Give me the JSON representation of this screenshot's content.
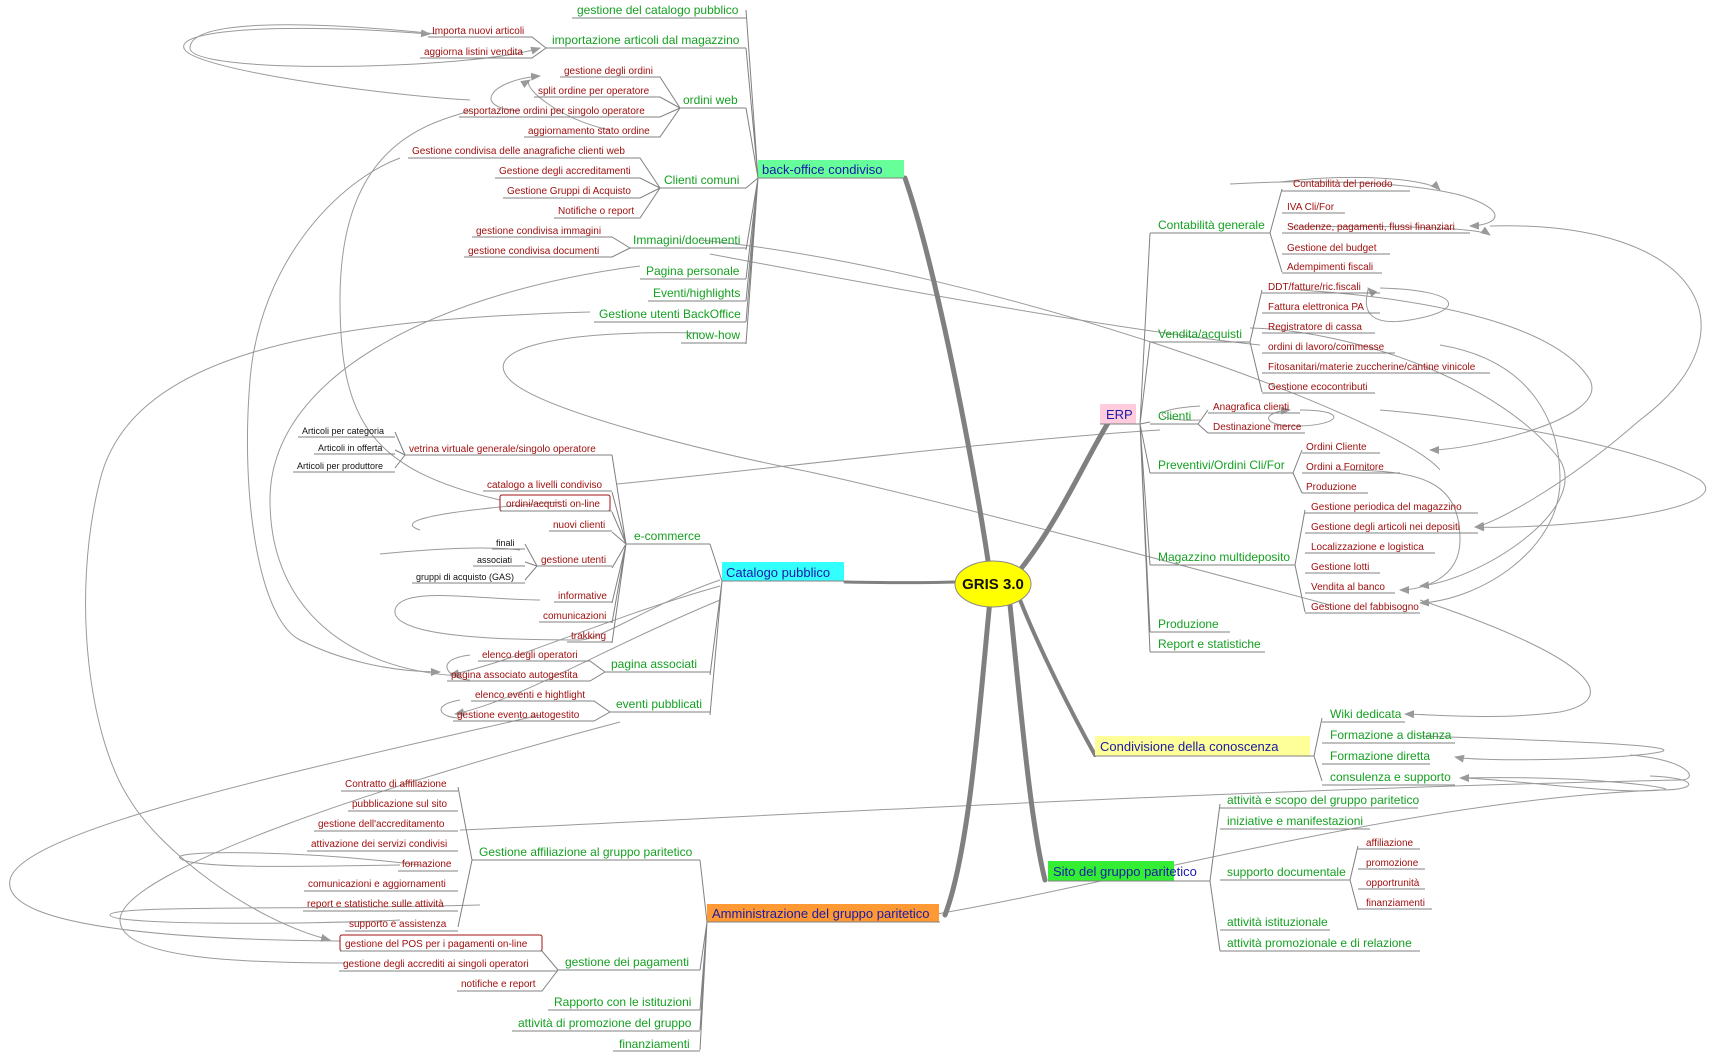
{
  "root": {
    "label": "GRIS 3.0",
    "color": "#ffff00"
  },
  "colors": {
    "main_branch_text": "#1a1aa8",
    "sub_branch_text": "#15a022",
    "leaf_text": "#a01010",
    "deep_leaf_text": "#111111",
    "lines": "#808080",
    "connections": "#9a9a9a"
  },
  "branches": {
    "backoffice": {
      "label": "back-office condiviso",
      "bg": "#66ff99"
    },
    "catalogo": {
      "label": "Catalogo pubblico",
      "bg": "#33ffff"
    },
    "amministrazione": {
      "label": "Amministrazione del gruppo paritetico",
      "bg": "#ff9933"
    },
    "erp": {
      "label": "ERP",
      "bg": "#ffccdd"
    },
    "conoscenza": {
      "label": "Condivisione della conoscenza",
      "bg": "#ffff99"
    },
    "sito": {
      "label": "Sito del gruppo paritetico",
      "bg": "#33ee33"
    }
  },
  "labels": {
    "bo_catalogo": "gestione del catalogo pubblico",
    "bo_importazione": "importazione articoli dal magazzino",
    "bo_importa_nuovi": "Importa nuovi articoli",
    "bo_listini": "aggiorna listini vendita",
    "bo_ordini_web": "ordini web",
    "bo_gestione_ordini": "gestione degli ordini",
    "bo_split": "split ordine per operatore",
    "bo_esportazione": "esportazione ordini per singolo operatore",
    "bo_aggiornamento": "aggiornamento stato ordine",
    "bo_clienti_comuni": "Clienti comuni",
    "bo_anagrafiche": "Gestione condivisa delle anagrafiche clienti web",
    "bo_accreditamenti": "Gestione degli accreditamenti",
    "bo_gruppi": "Gestione Gruppi di Acquisto",
    "bo_notifiche": "Notifiche o report",
    "bo_immagini_doc": "Immagini/documenti",
    "bo_imm": "gestione condivisa immagini",
    "bo_doc": "gestione condivisa documenti",
    "bo_pagina": "Pagina personale",
    "bo_eventi": "Eventi/highlights",
    "bo_utenti": "Gestione utenti BackOffice",
    "bo_knowhow": "know-how",
    "cat_vetrina": "vetrina virtuale generale/singolo operatore",
    "cat_art_categoria": "Articoli per categoria",
    "cat_art_offerta": "Articoli in offerta",
    "cat_art_produttore": "Articoli per produttore",
    "cat_livelli": "catalogo a livelli condiviso",
    "cat_ordini": "ordini/acquisti on-line",
    "cat_nuovi": "nuovi clienti",
    "cat_ecommerce": "e-commerce",
    "cat_gest_utenti": "gestione utenti",
    "cat_finali": "finali",
    "cat_associati": "associati",
    "cat_gas": "gruppi di acquisto (GAS)",
    "cat_informative": "informative",
    "cat_comunicazioni": "comunicazioni",
    "cat_trakking": "trakking",
    "cat_elenco_op": "elenco degli operatori",
    "cat_pagina_assoc": "pagina associato autogestita",
    "cat_pagina_associati": "pagina associati",
    "cat_elenco_eventi": "elenco eventi e hightlight",
    "cat_evento": "gestione evento autogestito",
    "cat_eventi_pub": "eventi pubblicati",
    "adm_contratto": "Contratto di affiliazione",
    "adm_pubblicazione": "pubblicazione sul sito",
    "adm_accreditamento": "gestione dell'accreditamento",
    "adm_attivazione": "attivazione dei servizi condivisi",
    "adm_formazione": "formazione",
    "adm_affiliazione": "Gestione affiliazione al gruppo paritetico",
    "adm_comunicazioni": "comunicazioni e aggiornamenti",
    "adm_report": "report e statistiche sulle attività",
    "adm_supporto": "supporto e assistenza",
    "adm_pos": "gestione del POS per i pagamenti on-line",
    "adm_accrediti": "gestione degli accrediti ai singoli operatori",
    "adm_notifiche": "notifiche e report",
    "adm_pagamenti": "gestione dei pagamenti",
    "adm_rapporto": "Rapporto con le istituzioni",
    "adm_promozione": "attività di promozione del gruppo",
    "adm_finanziamenti": "finanziamenti",
    "erp_contabilita": "Contabilità generale",
    "erp_contab_periodo": "Contabilità del periodo",
    "erp_iva": "IVA Cli/For",
    "erp_scadenze": "Scadenze, pagamenti, flussi finanziari",
    "erp_budget": "Gestione del budget",
    "erp_adempimenti": "Adempimenti fiscali",
    "erp_vendita": "Vendita/acquisti",
    "erp_ddt": "DDT/fatture/ric.fiscali",
    "erp_fattura_pa": "Fattura elettronica PA",
    "erp_registratore": "Registratore di cassa",
    "erp_ordini_lavoro": "ordini di lavoro/commesse",
    "erp_fitosanitari": "Fitosanitari/materie zuccherine/cantine vinicole",
    "erp_ecocontributi": "Gestione ecocontributi",
    "erp_clienti": "Clienti",
    "erp_anagrafica": "Anagrafica clienti",
    "erp_destinazione": "Destinazione merce",
    "erp_preventivi": "Preventivi/Ordini Cli/For",
    "erp_ordini_cliente": "Ordini Cliente",
    "erp_ordini_fornitore": "Ordini a Fornitore",
    "erp_produzione_leaf": "Produzione",
    "erp_magazzino": "Magazzino multideposito",
    "erp_periodica": "Gestione periodica del magazzino",
    "erp_art_depositi": "Gestione degli articoli nei depositi",
    "erp_localizzazione": "Localizzazione e logistica",
    "erp_lotti": "Gestione lotti",
    "erp_banco": "Vendita al banco",
    "erp_fabbisogno": "Gestione del fabbisogno",
    "erp_produzione": "Produzione",
    "erp_report": "Report e statistiche",
    "con_wiki": "Wiki dedicata",
    "con_distanza": "Formazione a distanza",
    "con_diretta": "Formazione diretta",
    "con_consulenza": "consulenza e supporto",
    "sito_attivita_scopo": "attività e scopo del gruppo paritetico",
    "sito_iniziative": "iniziative e manifestazioni",
    "sito_supporto_doc": "supporto documentale",
    "sito_affiliazione": "affiliazione",
    "sito_promozione": "promozione",
    "sito_opportunita": "opportrunità",
    "sito_finanziamenti": "finanziamenti",
    "sito_istituzionale": "attività istituzionale",
    "sito_promozionale": "attività promozionale e di relazione"
  }
}
